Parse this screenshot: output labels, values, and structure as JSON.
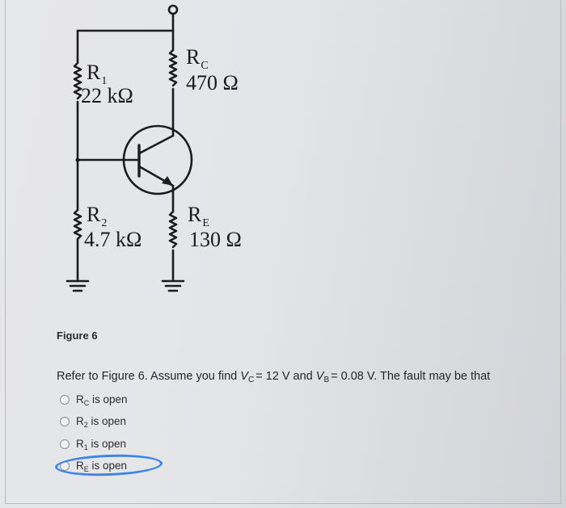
{
  "components": {
    "r1": {
      "symbol": "R",
      "sub": "1",
      "value": "22 kΩ"
    },
    "rc": {
      "symbol": "R",
      "sub": "C",
      "value": "470 Ω"
    },
    "r2": {
      "symbol": "R",
      "sub": "2",
      "value": "4.7 kΩ"
    },
    "re": {
      "symbol": "R",
      "sub": "E",
      "value": "130 Ω"
    }
  },
  "figure_label": "Figure 6",
  "question": {
    "intro": "Refer to Figure 6. Assume you find",
    "vc_symbol": "V",
    "vc_sub": "C",
    "vc_value": "= 12 V and",
    "vb_symbol": "V",
    "vb_sub": "B",
    "vb_value": "= 0.08 V. The fault may be that"
  },
  "options": [
    {
      "symbol": "R",
      "sub": "C",
      "text": "is open"
    },
    {
      "symbol": "R",
      "sub": "2",
      "text": "is open"
    },
    {
      "symbol": "R",
      "sub": "1",
      "text": "is open"
    },
    {
      "symbol": "R",
      "sub": "E",
      "text": "is open",
      "marked": true
    }
  ],
  "colors": {
    "wire": "#1c1c1f",
    "mark": "#3d86e6"
  }
}
